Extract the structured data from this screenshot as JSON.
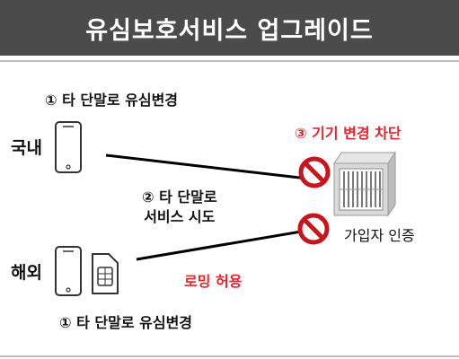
{
  "title": "유심보호서비스 업그레이드",
  "step_top": "① 타 단말로 유심변경",
  "label_domestic": "국내",
  "label_overseas": "해외",
  "step_block": "③  기기 변경 차단",
  "step_mid_line1": "② 타 단말로",
  "step_mid_line2": "서비스 시도",
  "roaming": "로밍 허용",
  "auth": "가입자 인증",
  "step_bottom": "① 타 단말로 유심변경",
  "colors": {
    "title_bg": "#4b4b4b",
    "accent_red": "#e8242a"
  },
  "icons": [
    "smartphone-icon",
    "sim-card-icon",
    "server-icon",
    "prohibited-icon"
  ]
}
